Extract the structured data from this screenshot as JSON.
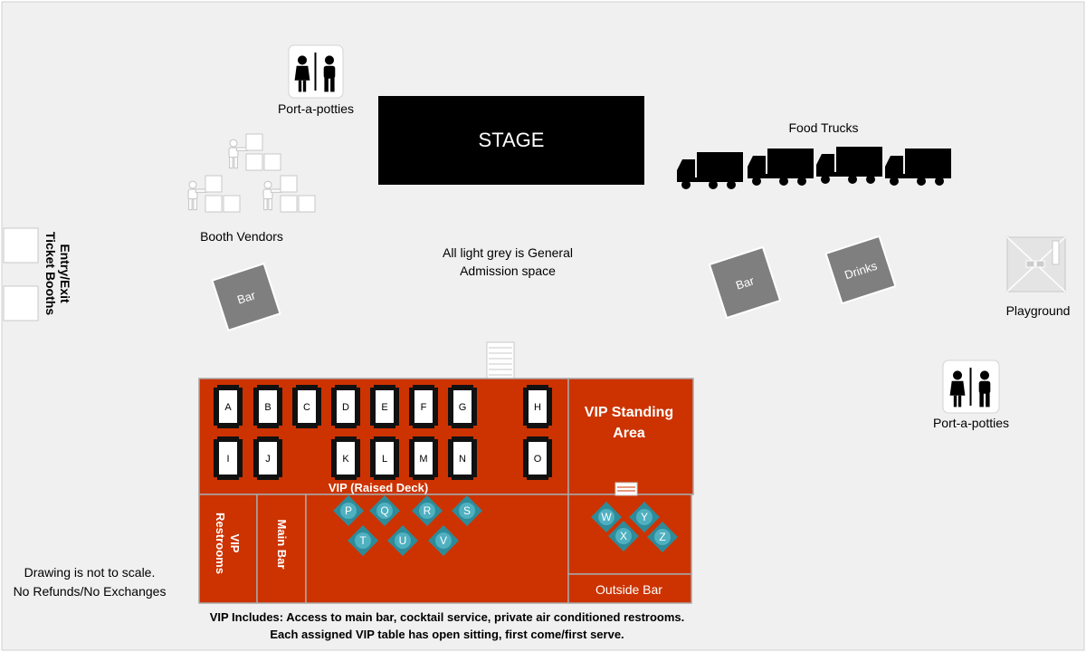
{
  "stage": {
    "label": "STAGE"
  },
  "restrooms_top": {
    "label": "Port-a-potties"
  },
  "restrooms_right": {
    "label": "Port-a-potties"
  },
  "food_trucks": {
    "label": "Food Trucks"
  },
  "booth_vendors": {
    "label": "Booth Vendors"
  },
  "general_admission": {
    "line1": "All light grey is General",
    "line2": "Admission space"
  },
  "entry": {
    "line1": "Entry/Exit",
    "line2": "Ticket Booths"
  },
  "bars": {
    "left": "Bar",
    "right": "Bar",
    "drinks": "Drinks"
  },
  "playground": {
    "label": "Playground"
  },
  "vip": {
    "deck_label": "VIP (Raised Deck)",
    "standing_line1": "VIP Standing",
    "standing_line2": "Area",
    "restrooms_line1": "VIP",
    "restrooms_line2": "Restrooms",
    "main_bar": "Main Bar",
    "outside_bar": "Outside Bar",
    "tables_row1": [
      "A",
      "B",
      "C",
      "D",
      "E",
      "F",
      "G",
      "H"
    ],
    "tables_row2": [
      "I",
      "J",
      "K",
      "L",
      "M",
      "N",
      "O"
    ],
    "cocktail_tables": [
      "P",
      "Q",
      "R",
      "S",
      "T",
      "U",
      "V",
      "W",
      "Y",
      "X",
      "Z"
    ]
  },
  "notes": {
    "scale": "Drawing is not to scale.",
    "refunds": "No Refunds/No Exchanges"
  },
  "footer": {
    "line1": "VIP Includes: Access to main bar, cocktail service, private air conditioned restrooms.",
    "line2": "Each assigned VIP table has open sitting, first come/first serve."
  },
  "colors": {
    "ground": "#f0f0f0",
    "vip": "#cc3300",
    "bar": "#7f7f7f",
    "stage": "#000000",
    "cocktail": "#2e8b9a"
  }
}
